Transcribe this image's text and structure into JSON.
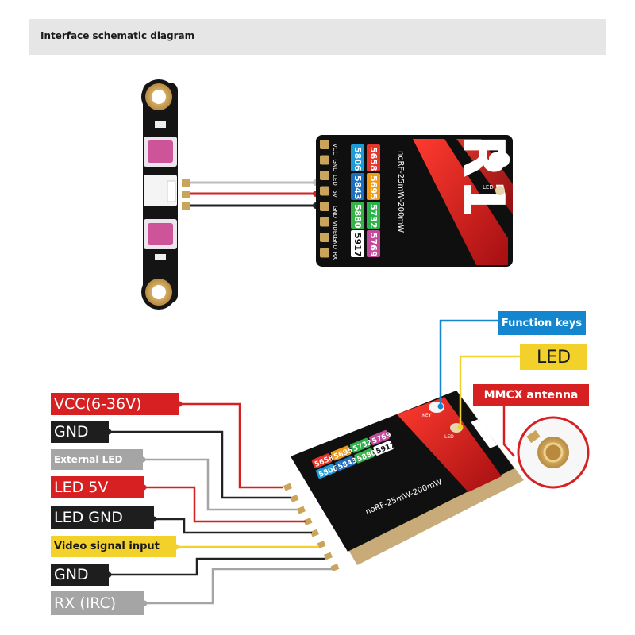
{
  "header": {
    "title": "Interface schematic diagram"
  },
  "colors": {
    "dark": "#1e1e1e",
    "red": "#d62021",
    "grey": "#a5a5a5",
    "yellow": "#f2d12a",
    "blue": "#1486cf",
    "board": "#111111",
    "gold": "#c9a45a"
  },
  "vtx": {
    "logo": "R1",
    "model": "noRF-25mW-200mW",
    "key_label": "KEY",
    "led_label": "LED",
    "pins_top": [
      "VCC",
      "GND",
      "LED",
      "5V",
      "GND",
      "VIDEO",
      "GND",
      "RX"
    ],
    "channels": [
      [
        "5658",
        "5695",
        "5732",
        "5769"
      ],
      [
        "5806",
        "5843",
        "5880",
        "5917"
      ]
    ]
  },
  "callouts": {
    "function_keys": "Function keys",
    "led": "LED",
    "mmcx_antenna": "MMCX antenna"
  },
  "pins": [
    {
      "label": "VCC(6-36V)",
      "style": "red"
    },
    {
      "label": "GND",
      "style": "dark"
    },
    {
      "label": "External LED",
      "style": "grey"
    },
    {
      "label": "LED 5V",
      "style": "red"
    },
    {
      "label": "LED GND",
      "style": "dark"
    },
    {
      "label": "Video signal input",
      "style": "yellow"
    },
    {
      "label": "GND",
      "style": "dark"
    },
    {
      "label": "RX (IRC)",
      "style": "grey"
    }
  ]
}
